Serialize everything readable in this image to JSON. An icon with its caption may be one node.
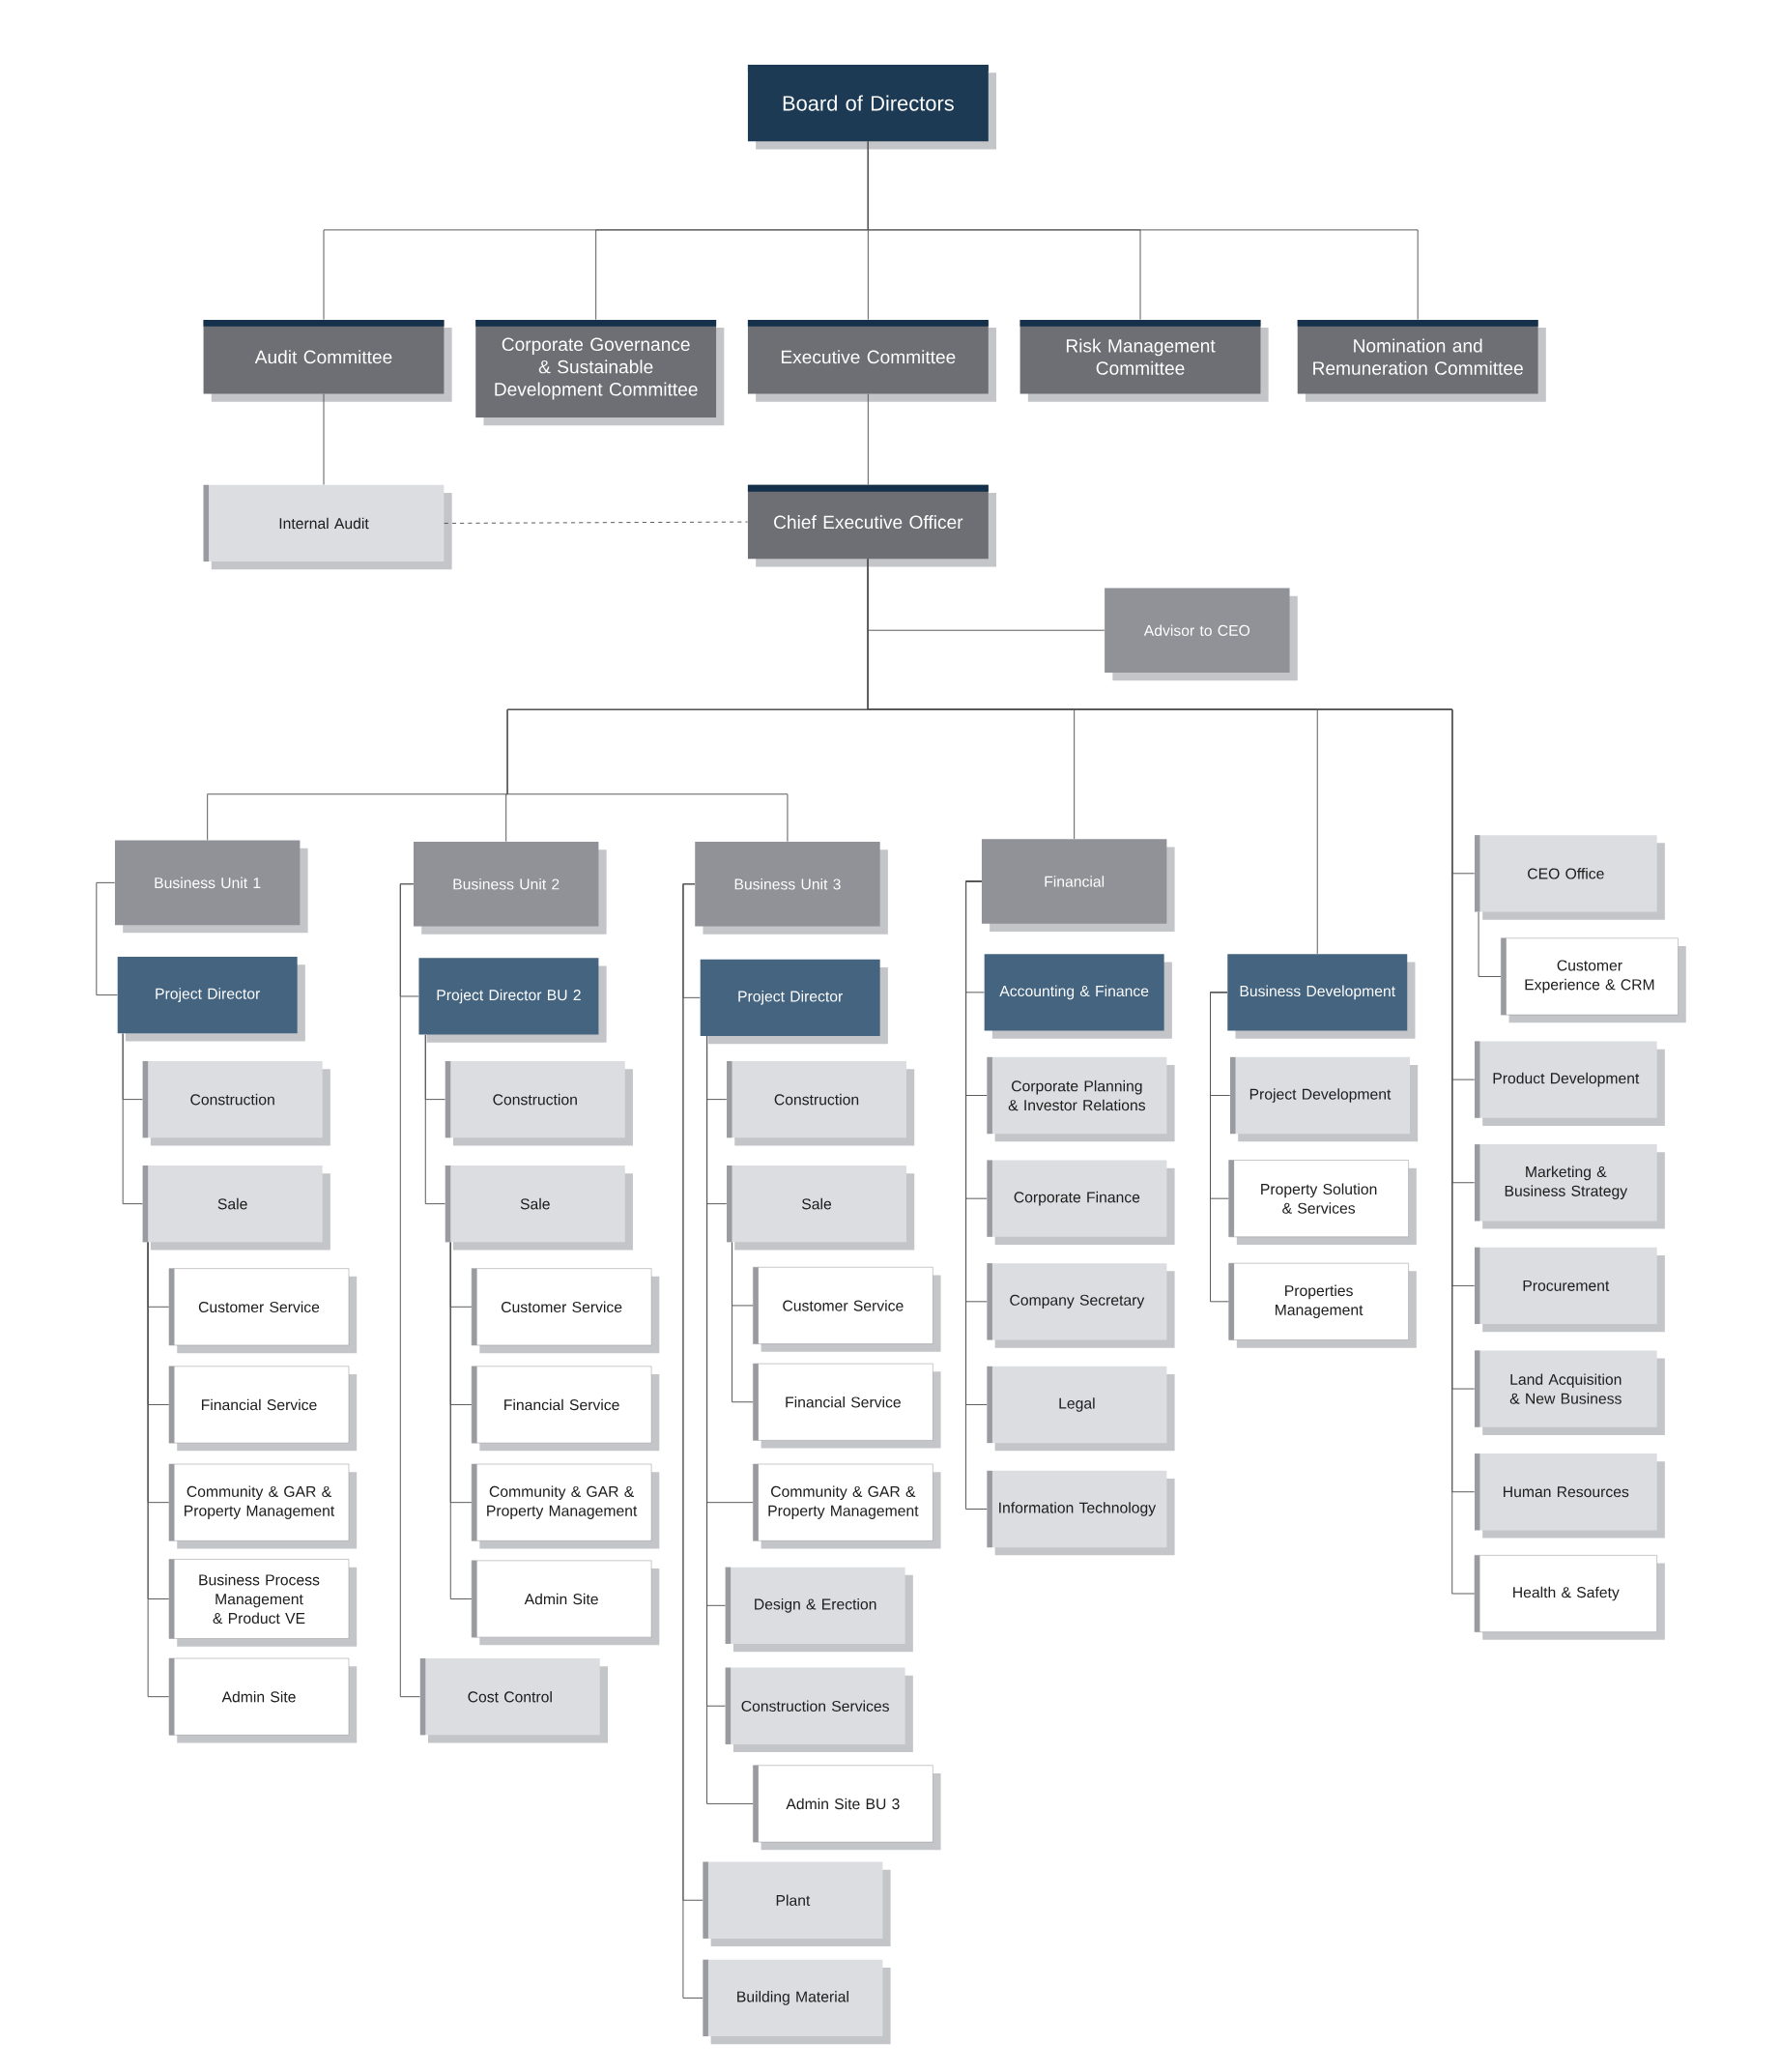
{
  "diagram": {
    "nodes": [
      {
        "text": [
          "Board of Directors"
        ]
      },
      {
        "text": [
          "Audit Committee"
        ]
      },
      {
        "text": [
          "Corporate Governance & Sustainable Development Committee"
        ]
      },
      {
        "text": [
          "Executive Committee"
        ]
      },
      {
        "text": [
          "Risk Management Committee"
        ]
      },
      {
        "text": [
          "Nomination and Remuneration Committee"
        ]
      },
      {
        "text": [
          "Internal Audit"
        ]
      },
      {
        "text": [
          "Chief Executive Officer"
        ]
      },
      {
        "text": [
          "Advisor to CEO"
        ]
      },
      {
        "text": [
          "Business Unit 1"
        ]
      },
      {
        "text": [
          "Project Director"
        ]
      },
      {
        "text": [
          "Construction"
        ]
      },
      {
        "text": [
          "Sale"
        ]
      },
      {
        "text": [
          "Customer Service"
        ]
      },
      {
        "text": [
          "Financial Service"
        ]
      },
      {
        "text": [
          "Community & GAR & Property Management"
        ]
      },
      {
        "text": [
          "Business Process Management & Product VE"
        ]
      },
      {
        "text": [
          "Admin Site"
        ]
      },
      {
        "text": [
          "Business Unit 2"
        ]
      },
      {
        "text": [
          "Project Director BU 2"
        ]
      },
      {
        "text": [
          "Construction"
        ]
      },
      {
        "text": [
          "Sale"
        ]
      },
      {
        "text": [
          "Customer Service"
        ]
      },
      {
        "text": [
          "Financial Service"
        ]
      },
      {
        "text": [
          "Community & GAR & Property Management"
        ]
      },
      {
        "text": [
          "Admin Site"
        ]
      },
      {
        "text": [
          "Cost Control"
        ]
      },
      {
        "text": [
          "Business Unit 3"
        ]
      },
      {
        "text": [
          "Project Director"
        ]
      },
      {
        "text": [
          "Construction"
        ]
      },
      {
        "text": [
          "Sale"
        ]
      },
      {
        "text": [
          "Customer Service"
        ]
      },
      {
        "text": [
          "Financial Service"
        ]
      },
      {
        "text": [
          "Community & GAR & Property Management"
        ]
      },
      {
        "text": [
          "Design & Erection"
        ]
      },
      {
        "text": [
          "Construction Services"
        ]
      },
      {
        "text": [
          "Admin Site BU 3"
        ]
      },
      {
        "text": [
          "Plant"
        ]
      },
      {
        "text": [
          "Building Material"
        ]
      },
      {
        "text": [
          "Financial"
        ]
      },
      {
        "text": [
          "Accounting & Finance"
        ]
      },
      {
        "text": [
          "Corporate Planning & Investor Relations"
        ]
      },
      {
        "text": [
          "Corporate Finance"
        ]
      },
      {
        "text": [
          "Company Secretary"
        ]
      },
      {
        "text": [
          "Legal"
        ]
      },
      {
        "text": [
          "Information Technology"
        ]
      },
      {
        "text": [
          "Business Development"
        ]
      },
      {
        "text": [
          "Project Development"
        ]
      },
      {
        "text": [
          "Property Solution & Services"
        ]
      },
      {
        "text": [
          "Properties Management"
        ]
      },
      {
        "text": [
          "CEO Office"
        ]
      },
      {
        "text": [
          "Customer Experience & CRM"
        ]
      },
      {
        "text": [
          "Product Development"
        ]
      },
      {
        "text": [
          "Marketing & Business Strategy"
        ]
      },
      {
        "text": [
          "Procurement"
        ]
      },
      {
        "text": [
          "Land Acquisition & New Business"
        ]
      },
      {
        "text": [
          "Human Resources"
        ]
      },
      {
        "text": [
          "Health & Safety"
        ]
      }
    ],
    "edges": [
      {
        "from": 0,
        "to": 1,
        "arrow": "none"
      },
      {
        "from": 0,
        "to": 2,
        "arrow": "none"
      },
      {
        "from": 0,
        "to": 3,
        "arrow": "none"
      },
      {
        "from": 0,
        "to": 4,
        "arrow": "none"
      },
      {
        "from": 0,
        "to": 5,
        "arrow": "none"
      },
      {
        "from": 1,
        "to": 6,
        "arrow": "none"
      },
      {
        "from": 3,
        "to": 7,
        "arrow": "none"
      },
      {
        "from": 6,
        "to": 7,
        "arrow": "none",
        "style": "dashed"
      },
      {
        "from": 7,
        "to": 8,
        "arrow": "none"
      },
      {
        "from": 7,
        "to": 9,
        "arrow": "none"
      },
      {
        "from": 7,
        "to": 18,
        "arrow": "none"
      },
      {
        "from": 7,
        "to": 27,
        "arrow": "none"
      },
      {
        "from": 7,
        "to": 39,
        "arrow": "none"
      },
      {
        "from": 7,
        "to": 46,
        "arrow": "none"
      },
      {
        "from": 7,
        "to": 50,
        "arrow": "none"
      },
      {
        "from": 7,
        "to": 52,
        "arrow": "none"
      },
      {
        "from": 7,
        "to": 53,
        "arrow": "none"
      },
      {
        "from": 7,
        "to": 54,
        "arrow": "none"
      },
      {
        "from": 7,
        "to": 55,
        "arrow": "none"
      },
      {
        "from": 7,
        "to": 56,
        "arrow": "none"
      },
      {
        "from": 7,
        "to": 57,
        "arrow": "none"
      },
      {
        "from": 9,
        "to": 10,
        "arrow": "none"
      },
      {
        "from": 10,
        "to": 11,
        "arrow": "none"
      },
      {
        "from": 10,
        "to": 12,
        "arrow": "none"
      },
      {
        "from": 12,
        "to": 13,
        "arrow": "none"
      },
      {
        "from": 12,
        "to": 14,
        "arrow": "none"
      },
      {
        "from": 12,
        "to": 15,
        "arrow": "none"
      },
      {
        "from": 12,
        "to": 16,
        "arrow": "none"
      },
      {
        "from": 12,
        "to": 17,
        "arrow": "none"
      },
      {
        "from": 18,
        "to": 19,
        "arrow": "none"
      },
      {
        "from": 18,
        "to": 26,
        "arrow": "none"
      },
      {
        "from": 19,
        "to": 20,
        "arrow": "none"
      },
      {
        "from": 19,
        "to": 21,
        "arrow": "none"
      },
      {
        "from": 21,
        "to": 22,
        "arrow": "none"
      },
      {
        "from": 21,
        "to": 23,
        "arrow": "none"
      },
      {
        "from": 21,
        "to": 24,
        "arrow": "none"
      },
      {
        "from": 21,
        "to": 25,
        "arrow": "none"
      },
      {
        "from": 27,
        "to": 28,
        "arrow": "none"
      },
      {
        "from": 27,
        "to": 37,
        "arrow": "none"
      },
      {
        "from": 27,
        "to": 38,
        "arrow": "none"
      },
      {
        "from": 28,
        "to": 29,
        "arrow": "none"
      },
      {
        "from": 28,
        "to": 30,
        "arrow": "none"
      },
      {
        "from": 30,
        "to": 31,
        "arrow": "none"
      },
      {
        "from": 30,
        "to": 32,
        "arrow": "none"
      },
      {
        "from": 28,
        "to": 33,
        "arrow": "none"
      },
      {
        "from": 28,
        "to": 34,
        "arrow": "none"
      },
      {
        "from": 28,
        "to": 35,
        "arrow": "none"
      },
      {
        "from": 28,
        "to": 36,
        "arrow": "none"
      },
      {
        "from": 39,
        "to": 40,
        "arrow": "none"
      },
      {
        "from": 39,
        "to": 41,
        "arrow": "none"
      },
      {
        "from": 39,
        "to": 42,
        "arrow": "none"
      },
      {
        "from": 39,
        "to": 43,
        "arrow": "none"
      },
      {
        "from": 39,
        "to": 44,
        "arrow": "none"
      },
      {
        "from": 39,
        "to": 45,
        "arrow": "none"
      },
      {
        "from": 46,
        "to": 47,
        "arrow": "none"
      },
      {
        "from": 46,
        "to": 48,
        "arrow": "none"
      },
      {
        "from": 46,
        "to": 49,
        "arrow": "none"
      },
      {
        "from": 50,
        "to": 51,
        "arrow": "none"
      }
    ]
  }
}
